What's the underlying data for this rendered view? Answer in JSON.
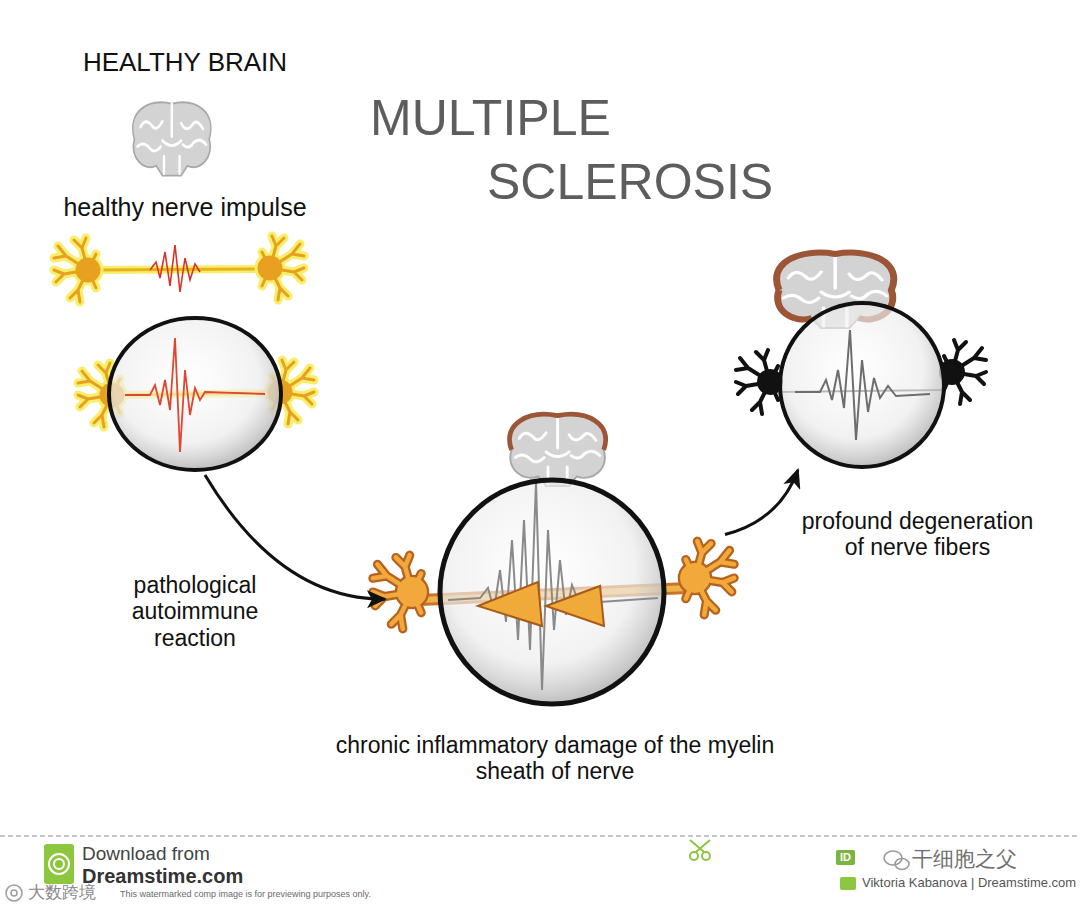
{
  "diagram": {
    "title": "MULTIPLE SCLEROSIS",
    "nodes": [
      {
        "text": [
          "HEALTHY BRAIN",
          "healthy nerve impulse"
        ]
      },
      {
        "text": [
          "chronic inflammatory damage of the myelin sheath of nerve"
        ]
      },
      {
        "text": [
          "profound degeneration of nerve fibers"
        ]
      }
    ],
    "edges": [
      {
        "from": 0,
        "to": 1,
        "arrow": "to",
        "label": "pathological autoimmune reaction"
      },
      {
        "from": 1,
        "to": 2,
        "arrow": "to"
      }
    ],
    "labels": [
      "Download from",
      "Dreamstime.com",
      "This watermarked comp image is for previewing purposes only.",
      "ID",
      "Viktoria Kabanova | Dreamstime.com",
      "大数跨境",
      "干细胞之父"
    ]
  }
}
